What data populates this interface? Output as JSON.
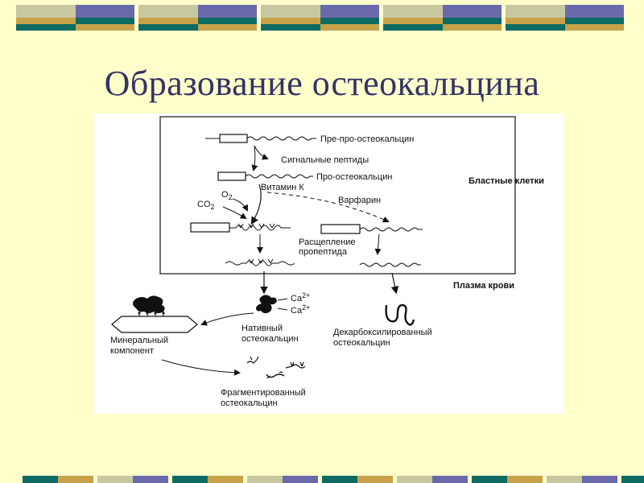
{
  "slide": {
    "title": "Образование остеокальцина",
    "colors": {
      "background": "#FFFFCC",
      "title": "#333366",
      "deco_teal": "#0E6B63",
      "deco_gold": "#C8A24A",
      "deco_khaki": "#C8C8A0",
      "deco_blue": "#6A6AAA"
    }
  },
  "diagram": {
    "labels": {
      "prepro": "Пре-про-остеокальцин",
      "signal": "Сигнальные пептиды",
      "pro": "Про-остеокальцин",
      "vitk": "Витамин К",
      "o2": "O",
      "o2_sub": "2",
      "co2": "CO",
      "co2_sub": "2",
      "warfarin": "Варфарин",
      "cleave1": "Расщепление",
      "cleave2": "пропептида",
      "blast": "Бластные клетки",
      "plasma": "Плазма крови",
      "ca1": "Ca",
      "ca1_sup": "2+",
      "ca2": "Ca",
      "ca2_sup": "2+",
      "native1": "Нативный",
      "native2": "остеокальцин",
      "decarb1": "Декарбоксилированный",
      "decarb2": "остеокальцин",
      "mineral1": "Минеральный",
      "mineral2": "компонент",
      "frag1": "Фрагментированный",
      "frag2": "остеокальцин"
    }
  }
}
